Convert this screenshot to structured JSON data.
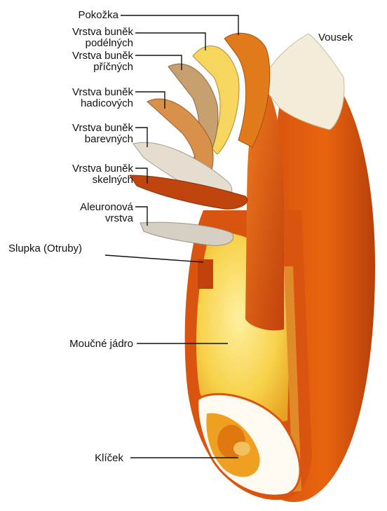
{
  "labels": {
    "pokozka": "Pokožka",
    "podelnych_1": "Vrstva buněk",
    "podelnych_2": "podélných",
    "pricnych_1": "Vrstva buněk",
    "pricnych_2": "příčných",
    "hadicovych_1": "Vrstva buněk",
    "hadicovych_2": "hadicových",
    "barevnych_1": "Vrstva buněk",
    "barevnych_2": "barevných",
    "sklenych_1": "Vrstva buněk",
    "sklenych_2": "skelných",
    "aleuron_1": "Aleuronová",
    "aleuron_2": "vrstva",
    "slupka": "Slupka (Otruby)",
    "moucne": "Moučné jádro",
    "klicek": "Klíček",
    "vousek": "Vousek"
  },
  "colors": {
    "husk_dark": "#c2410c",
    "husk_mid": "#e8650f",
    "husk_light": "#f39a3a",
    "endosperm": "#f7d24a",
    "endosperm_light": "#fde98a",
    "layer_tan": "#c8a070",
    "layer_gray": "#d6d0c4",
    "line": "#111111"
  }
}
